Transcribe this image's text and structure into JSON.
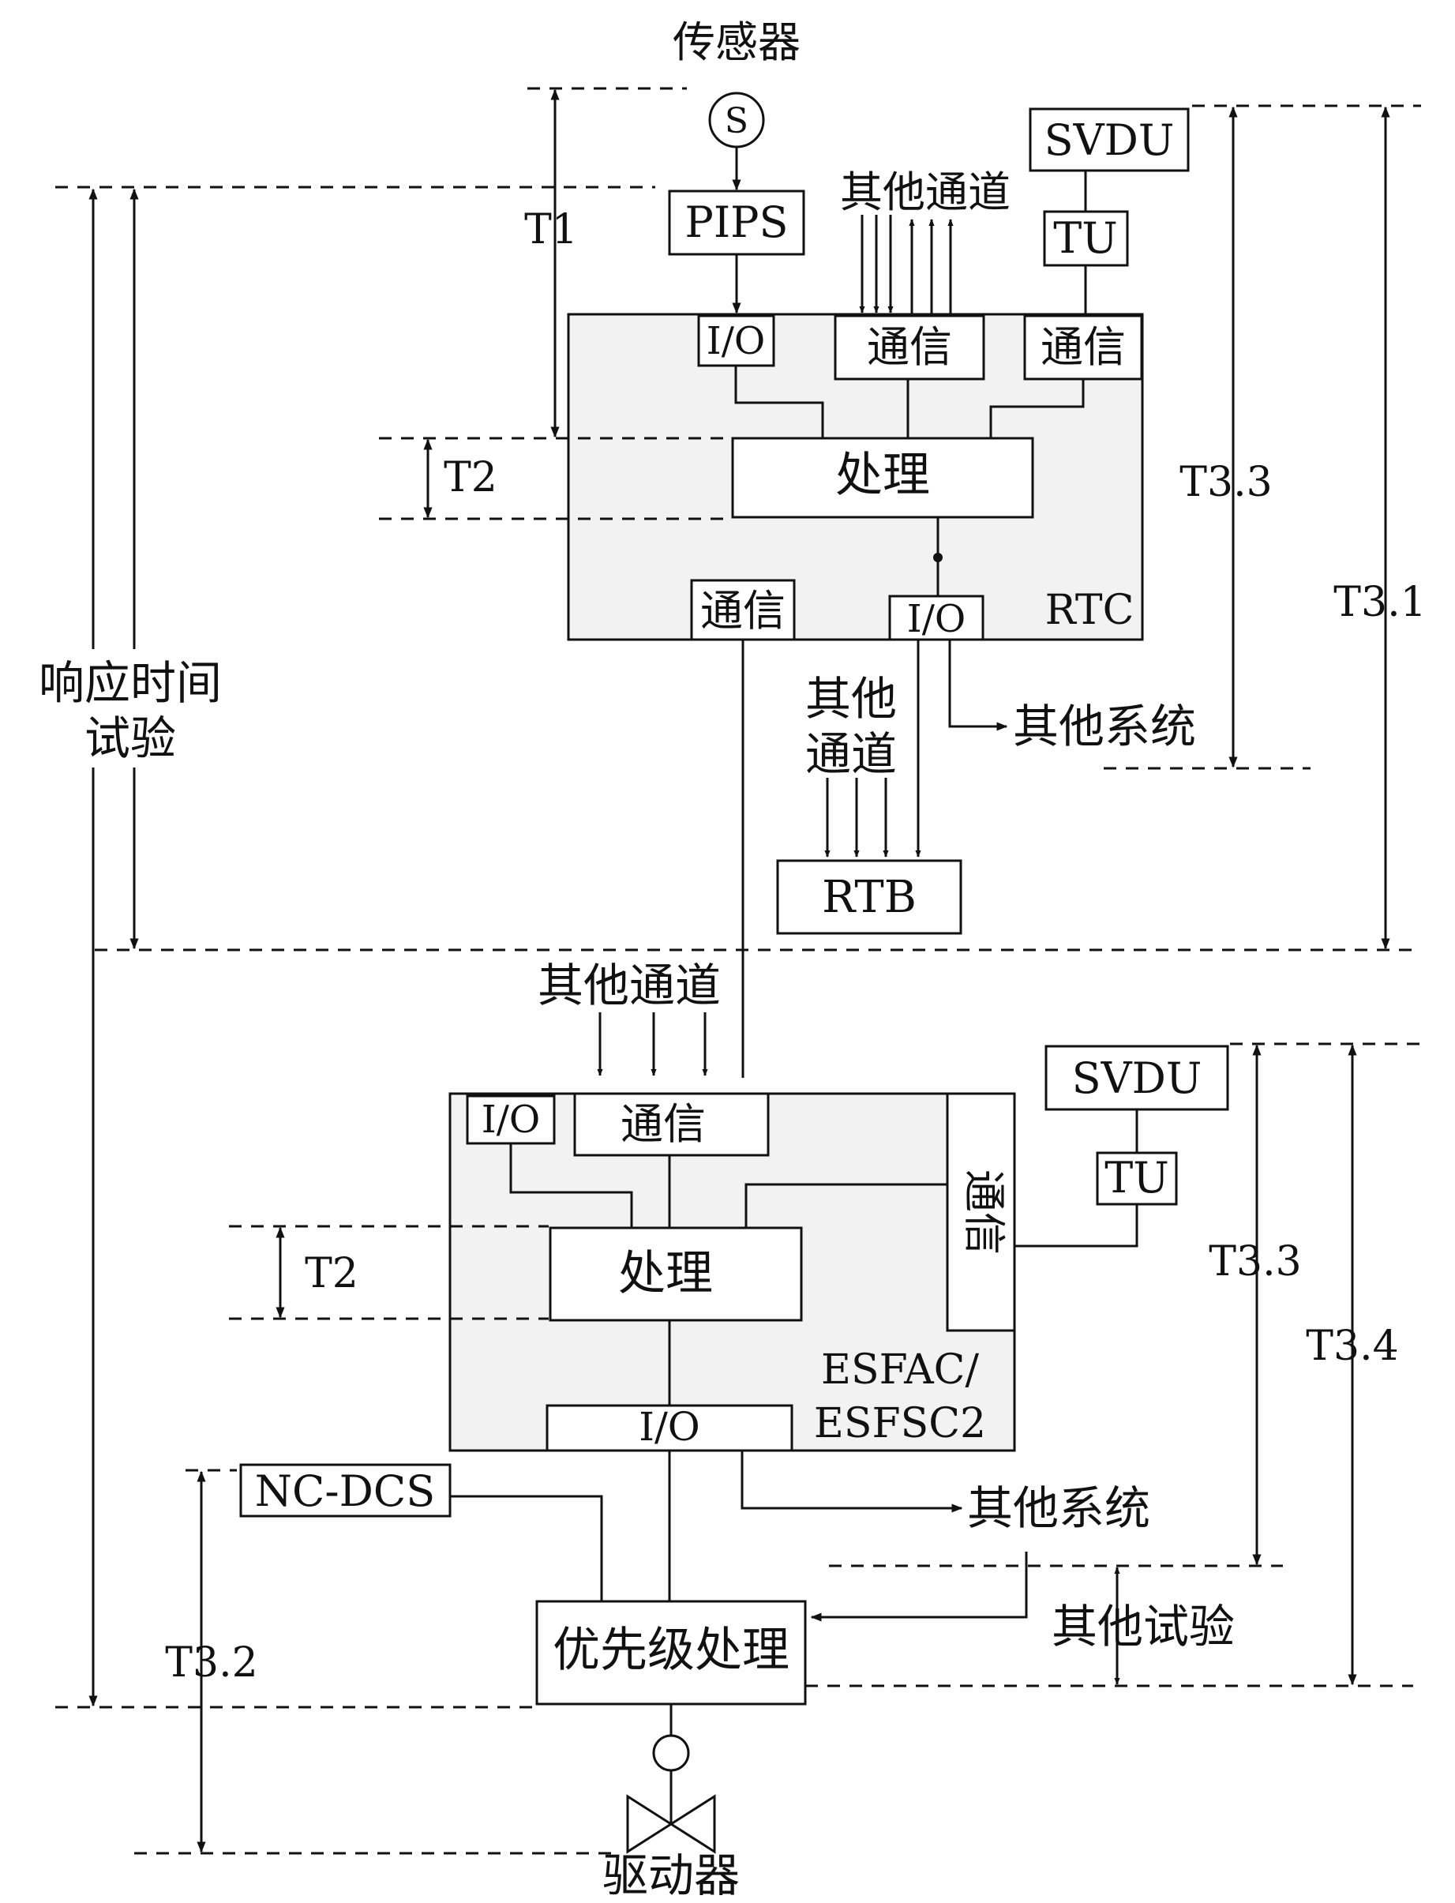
{
  "top": {
    "sensor_label": "传感器",
    "sensor_symbol": "S",
    "pips": "PIPS",
    "svdu": "SVDU",
    "tu": "TU",
    "other_channels_top": "其他通道",
    "rtc": {
      "io_in": "I/O",
      "comm_mid": "通信",
      "comm_right": "通信",
      "processing": "处理",
      "comm_bottom": "通信",
      "io_out": "I/O",
      "name": "RTC"
    },
    "other_channels_side_line1": "其他",
    "other_channels_side_line2": "通道",
    "other_systems": "其他系统",
    "rtb": "RTB"
  },
  "bottom": {
    "other_channels": "其他通道",
    "svdu": "SVDU",
    "tu": "TU",
    "esfac": {
      "io_small": "I/O",
      "comm_top": "通信",
      "comm_vertical": "通信",
      "processing": "处理",
      "io_bottom": "I/O",
      "name_line1": "ESFAC/",
      "name_line2": "ESFSC2"
    },
    "nc_dcs": "NC-DCS",
    "other_systems": "其他系统",
    "priority": "优先级处理",
    "other_tests": "其他试验",
    "actuator_label": "驱动器"
  },
  "timing": {
    "t1": "T1",
    "t2_top": "T2",
    "t2_bottom": "T2",
    "t3_3_top": "T3.3",
    "t3_1": "T3.1",
    "t3_3_bottom": "T3.3",
    "t3_4": "T3.4",
    "t3_2": "T3.2",
    "response_line1": "响应时间",
    "response_line2": "试验"
  }
}
